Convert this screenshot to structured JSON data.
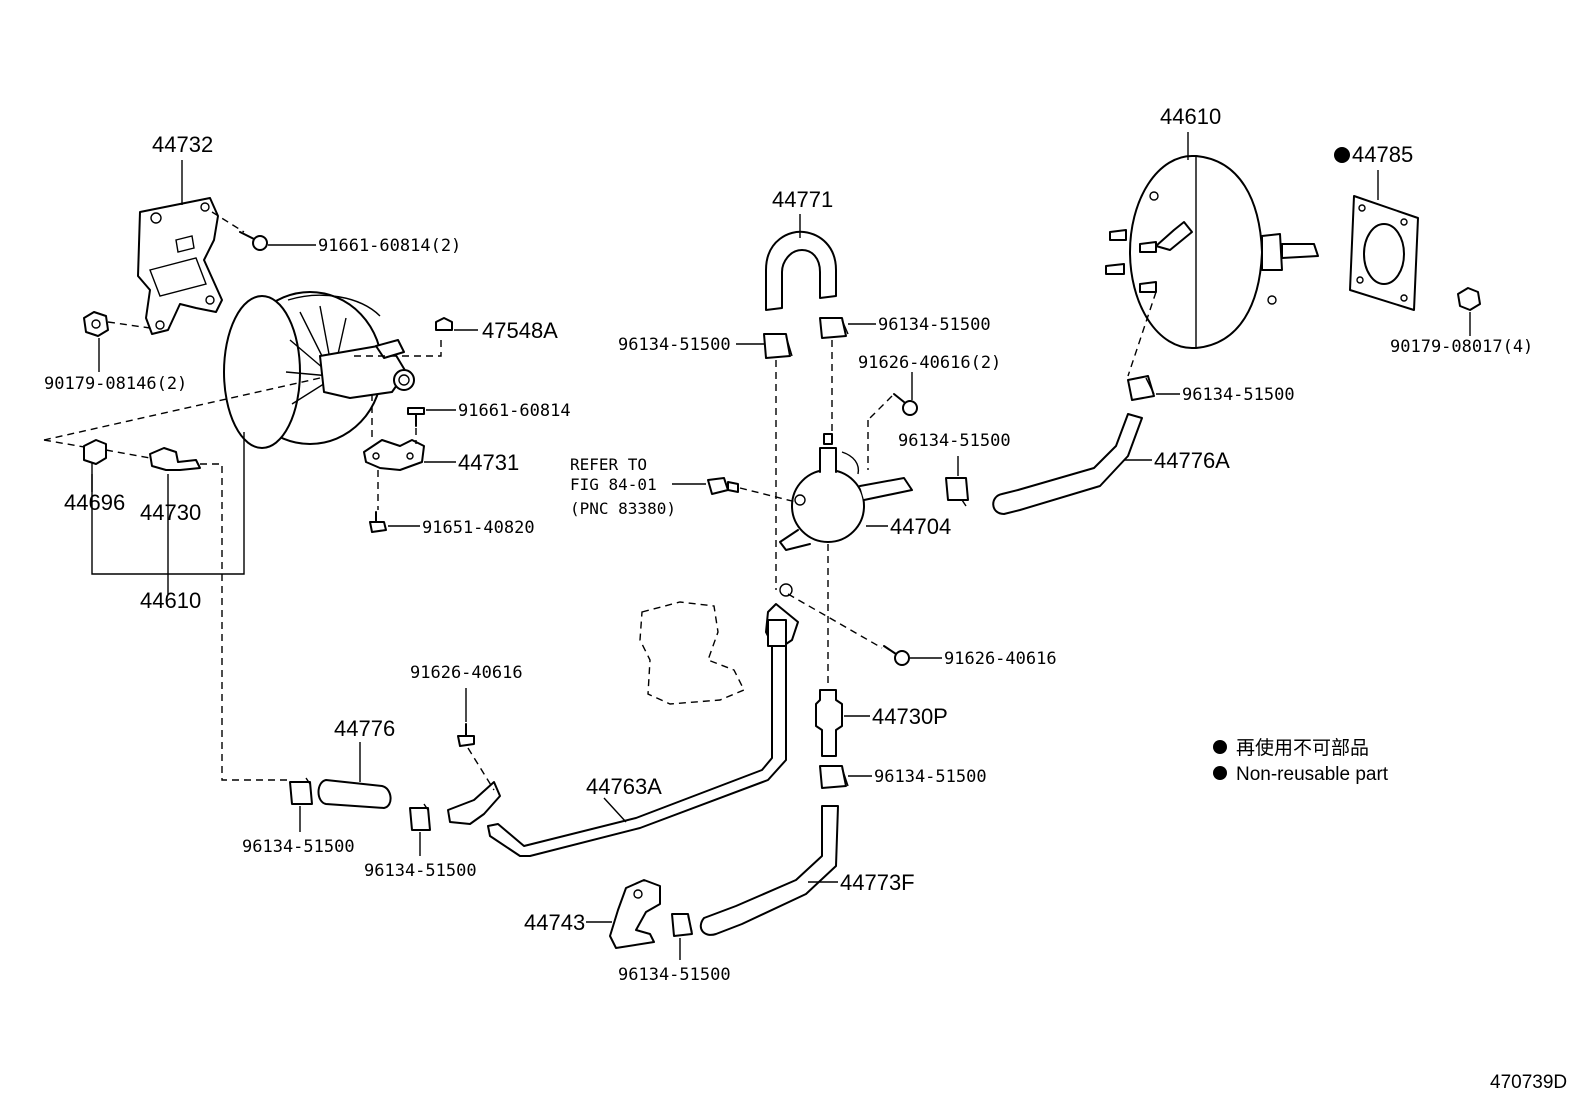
{
  "labels": {
    "p44732": "44732",
    "p91661_60814_2": "91661-60814(2)",
    "p90179_08146_2": "90179-08146(2)",
    "p47548A": "47548A",
    "p91661_60814": "91661-60814",
    "p44731": "44731",
    "p44696": "44696",
    "p44730": "44730",
    "p44610_left": "44610",
    "p91651_40820": "91651-40820",
    "p44771": "44771",
    "p96134_51500_a": "96134-51500",
    "p96134_51500_b": "96134-51500",
    "p91626_40616_2": "91626-40616(2)",
    "p96134_51500_c": "96134-51500",
    "p44704": "44704",
    "p91626_40616_a": "91626-40616",
    "p44730P": "44730P",
    "p96134_51500_d": "96134-51500",
    "p91626_40616_b": "91626-40616",
    "p44776": "44776",
    "p44763A": "44763A",
    "p96134_51500_e": "96134-51500",
    "p96134_51500_f": "96134-51500",
    "p44743": "44743",
    "p96134_51500_g": "96134-51500",
    "p44773F": "44773F",
    "p44610_right": "44610",
    "p44785": "44785",
    "p90179_08017_4": "90179-08017(4)",
    "p96134_51500_h": "96134-51500",
    "p44776A": "44776A"
  },
  "refer": {
    "line1": "REFER TO",
    "line2": "FIG 84-01",
    "line3": "(PNC 83380)"
  },
  "legend": {
    "jp": "再使用不可部品",
    "en": "Non-reusable part"
  },
  "figure_id": "470739D"
}
